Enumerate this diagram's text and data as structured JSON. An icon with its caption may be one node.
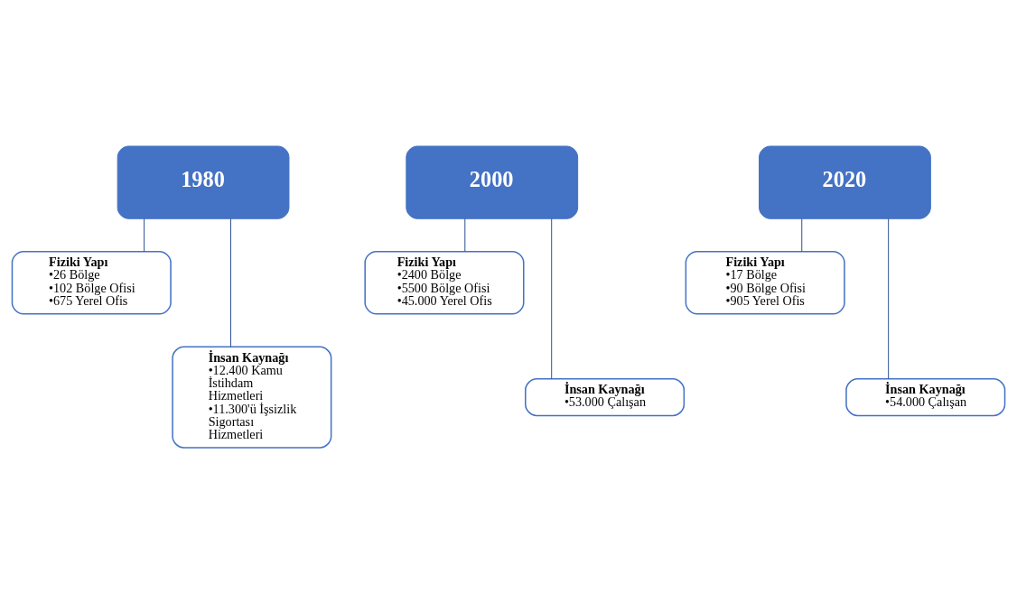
{
  "diagram": {
    "nodes": [
      {
        "text": [
          "1980"
        ]
      },
      {
        "text": [
          "2000"
        ]
      },
      {
        "text": [
          "2020"
        ]
      },
      {
        "text": [
          "Fiziki Yapı",
          "•26 Bölge",
          "•102 Bölge Ofisi",
          "•675 Yerel Ofis"
        ]
      },
      {
        "text": [
          "Fiziki Yapı",
          "•2400 Bölge",
          "•5500 Bölge Ofisi",
          "•45.000 Yerel Ofis"
        ]
      },
      {
        "text": [
          "Fiziki Yapı",
          "•17 Bölge",
          "•90 Bölge Ofisi",
          "•905 Yerel Ofis"
        ]
      },
      {
        "text": [
          "İnsan Kaynağı",
          "•12.400 Kamu İstihdam Hizmetleri",
          "•11.300'ü İşsizlik Sigortası Hizmetleri"
        ]
      },
      {
        "text": [
          "İnsan Kaynağı",
          "•53.000 Çalışan"
        ]
      },
      {
        "text": [
          "İnsan Kaynağı",
          "•54.000 Çalışan"
        ]
      }
    ],
    "edges": [
      {
        "from": 0,
        "to": 3,
        "arrow": "none"
      },
      {
        "from": 0,
        "to": 6,
        "arrow": "none"
      },
      {
        "from": 1,
        "to": 4,
        "arrow": "none"
      },
      {
        "from": 1,
        "to": 7,
        "arrow": "none"
      },
      {
        "from": 2,
        "to": 5,
        "arrow": "none"
      },
      {
        "from": 2,
        "to": 8,
        "arrow": "none"
      }
    ]
  }
}
